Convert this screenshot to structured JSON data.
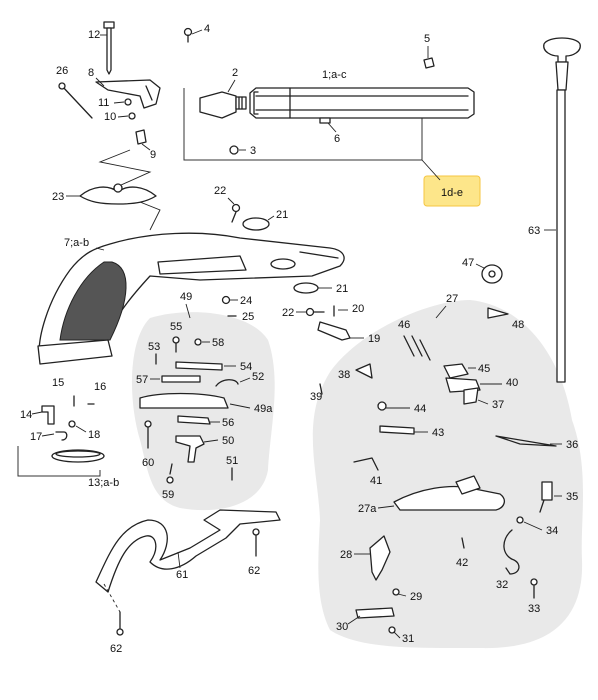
{
  "highlight_color": "#fde68a",
  "callouts": {
    "c1": "1;a-c",
    "c1de": "1d-e",
    "c2": "2",
    "c3": "3",
    "c4": "4",
    "c5": "5",
    "c6": "6",
    "c7": "7;a-b",
    "c8": "8",
    "c9": "9",
    "c10": "10",
    "c11": "11",
    "c12": "12",
    "c13": "13;a-b",
    "c14": "14",
    "c15": "15",
    "c16": "16",
    "c17": "17",
    "c18": "18",
    "c19": "19",
    "c20": "20",
    "c21a": "21",
    "c21b": "21",
    "c22a": "22",
    "c22b": "22",
    "c23": "23",
    "c24": "24",
    "c25": "25",
    "c26": "26",
    "c27": "27",
    "c27a": "27a",
    "c28": "28",
    "c29": "29",
    "c30": "30",
    "c31": "31",
    "c32": "32",
    "c33": "33",
    "c34": "34",
    "c35": "35",
    "c36": "36",
    "c37": "37",
    "c38": "38",
    "c39": "39",
    "c40": "40",
    "c41": "41",
    "c42": "42",
    "c43": "43",
    "c44": "44",
    "c45": "45",
    "c46": "46",
    "c47": "47",
    "c48": "48",
    "c49": "49",
    "c49a": "49a",
    "c50": "50",
    "c51": "51",
    "c52": "52",
    "c53": "53",
    "c54": "54",
    "c55": "55",
    "c56": "56",
    "c57": "57",
    "c58": "58",
    "c59": "59",
    "c60": "60",
    "c61": "61",
    "c62a": "62",
    "c62b": "62",
    "c63": "63"
  }
}
